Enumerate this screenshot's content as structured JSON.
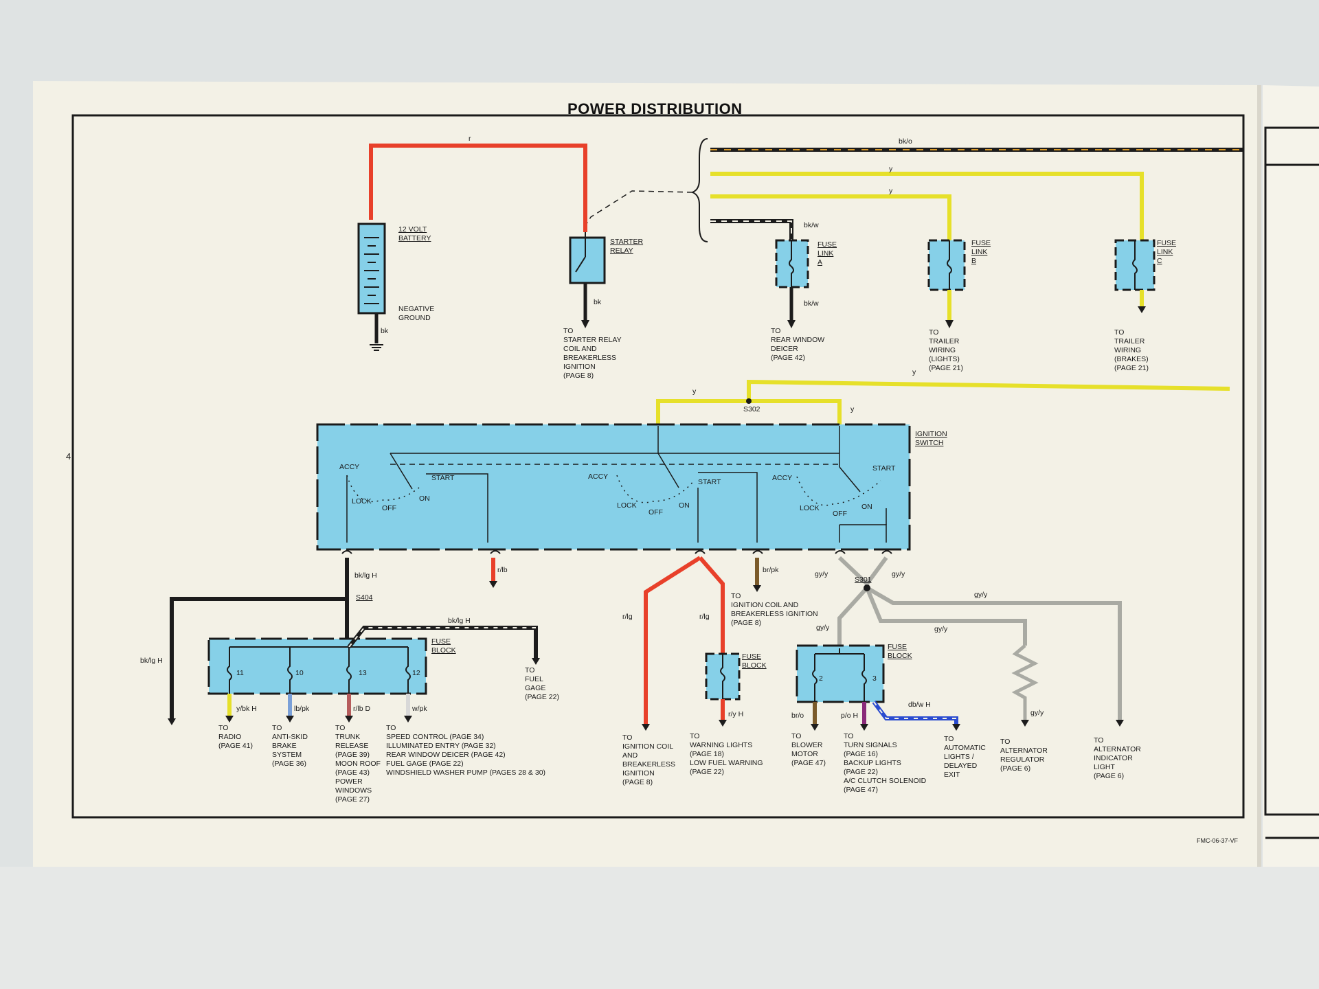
{
  "title": "POWER DISTRIBUTION",
  "page_number": "4",
  "footer_code": "FMC-06-37-VF",
  "wires": {
    "r": "r",
    "bk_o": "bk/o",
    "y1": "y",
    "y2": "y",
    "bk_w_top": "bk/w",
    "bk_w_bottom": "bk/w",
    "y_right": "y",
    "y_s302_left": "y",
    "y_s302_right": "y",
    "bk_starter": "bk",
    "bk_battery": "bk",
    "bk_lg_h_1": "bk/lg H",
    "bk_lg_h_2": "bk/lg H",
    "bk_lg_h_3": "bk/lg H",
    "r_lb": "r/lb",
    "br_pk": "br/pk",
    "gy_y_1": "gy/y",
    "gy_y_2": "gy/y",
    "gy_y_3": "gy/y",
    "gy_y_4": "gy/y",
    "gy_y_5": "gy/y",
    "gy_y_6": "gy/y",
    "r_lg_1": "r/lg",
    "r_lg_2": "r/lg",
    "r_y_h": "r/y H",
    "y_bk_h": "y/bk H",
    "lb_pk": "lb/pk",
    "r_lb_d": "r/lb D",
    "w_pk": "w/pk",
    "br_o": "br/o",
    "p_o_h": "p/o H",
    "db_w_h": "db/w H"
  },
  "splices": {
    "s302": "S302",
    "s301": "S301",
    "s404": "S404"
  },
  "components": {
    "battery": "12 VOLT\nBATTERY",
    "negative_ground": "NEGATIVE\nGROUND",
    "starter_relay": "STARTER\nRELAY",
    "fuse_link_a": "FUSE\nLINK\nA",
    "fuse_link_b": "FUSE\nLINK\nB",
    "fuse_link_c": "FUSE\nLINK\nC",
    "ignition_switch": "IGNITION\nSWITCH",
    "fuse_block_left": "FUSE\nBLOCK",
    "fuse_block_center": "FUSE\nBLOCK",
    "fuse_block_right": "FUSE\nBLOCK",
    "fuse_11": "11",
    "fuse_10": "10",
    "fuse_13": "13",
    "fuse_12": "12",
    "fuse_2": "2",
    "fuse_3": "3"
  },
  "switch_positions": {
    "accy": "ACCY",
    "lock": "LOCK",
    "off": "OFF",
    "on": "ON",
    "start": "START"
  },
  "destinations": {
    "starter_relay_coil": "TO\nSTARTER RELAY\nCOIL AND\nBREAKERLESS\nIGNITION\n(PAGE 8)",
    "rear_window": "TO\nREAR WINDOW\nDEICER\n(PAGE 42)",
    "trailer_lights": "TO\nTRAILER\nWIRING\n(LIGHTS)\n(PAGE 21)",
    "trailer_brakes": "TO\nTRAILER\nWIRING\n(BRAKES)\n(PAGE 21)",
    "ignition_coil_top": "TO\nIGNITION COIL AND\nBREAKERLESS IGNITION\n(PAGE 8)",
    "fuel_gage": "TO\nFUEL\nGAGE\n(PAGE 22)",
    "radio": "TO\nRADIO\n(PAGE 41)",
    "anti_skid": "TO\nANTI-SKID\nBRAKE\nSYSTEM\n(PAGE 36)",
    "trunk_release": "TO\nTRUNK\nRELEASE\n(PAGE 39)\nMOON ROOF\n(PAGE 43)\nPOWER\nWINDOWS\n(PAGE 27)",
    "speed_control": "TO\nSPEED CONTROL (PAGE 34)\nILLUMINATED ENTRY (PAGE 32)\nREAR WINDOW DEICER (PAGE 42)\nFUEL GAGE (PAGE 22)\nWINDSHIELD WASHER PUMP (PAGES 28 & 30)",
    "ignition_coil_bottom": "TO\nIGNITION COIL\nAND\nBREAKERLESS\nIGNITION\n(PAGE 8)",
    "warning_lights": "TO\nWARNING LIGHTS\n(PAGE 18)\nLOW FUEL WARNING\n(PAGE 22)",
    "blower_motor": "TO\nBLOWER\nMOTOR\n(PAGE 47)",
    "turn_signals": "TO\nTURN SIGNALS\n(PAGE 16)\nBACKUP LIGHTS\n(PAGE 22)\nA/C CLUTCH SOLENOID\n(PAGE 47)",
    "automatic_lights": "TO\nAUTOMATIC\nLIGHTS /\nDELAYED\nEXIT",
    "alternator_regulator": "TO\nALTERNATOR\nREGULATOR\n(PAGE 6)",
    "alternator_light": "TO\nALTERNATOR\nINDICATOR\nLIGHT\n(PAGE 6)"
  },
  "colors": {
    "switch_blue": "#86d0e8",
    "wire_red": "#e8402a",
    "wire_yellow": "#e6e02a",
    "wire_black": "#1c1c1c",
    "wire_gray": "#a9aaa3",
    "wire_brown": "#7a5a2a",
    "wire_blue": "#2a4bd0",
    "wire_purple": "#8a2a7a",
    "paper": "#f4f1e6"
  }
}
